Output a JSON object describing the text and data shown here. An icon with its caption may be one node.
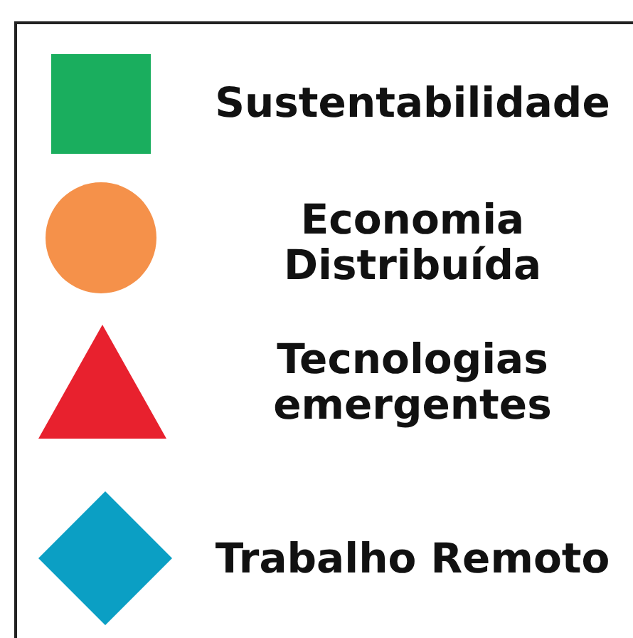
{
  "diagram": {
    "legend": [
      {
        "text": "Sustentabilidade",
        "color": "#1aae5e"
      },
      {
        "text": "Economia Distribuída",
        "color": "#f5914a"
      },
      {
        "text": "Tecnologias emergentes",
        "color": "#e8212e"
      },
      {
        "text": "Trabalho Remoto",
        "color": "#0b9fc4"
      }
    ]
  }
}
